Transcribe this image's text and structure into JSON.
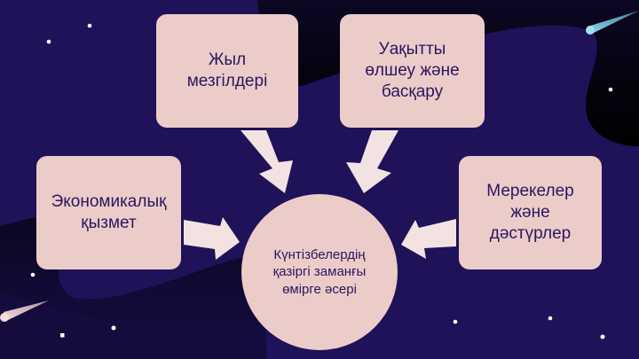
{
  "diagram": {
    "type": "hub-and-spoke",
    "center": {
      "label": "Күнтізбелердің\nқазіргі заманғы\nөмірге әсері"
    },
    "nodes": [
      {
        "id": "economic",
        "label": "Экономикалық\nқызмет",
        "position": "left"
      },
      {
        "id": "seasons",
        "label": "Жыл\nмезгілдері",
        "position": "top-left"
      },
      {
        "id": "time",
        "label": "Уақытты\nөлшеу және\nбасқару",
        "position": "top-right"
      },
      {
        "id": "holidays",
        "label": "Мерекелер\nжәне\nдәстүрлер",
        "position": "right"
      }
    ],
    "edges": [
      {
        "from": "economic",
        "to": "center"
      },
      {
        "from": "seasons",
        "to": "center"
      },
      {
        "from": "time",
        "to": "center"
      },
      {
        "from": "holidays",
        "to": "center"
      }
    ]
  },
  "colors": {
    "background": "#1f1259",
    "background_dark": "#0e0826",
    "node_fill": "#ecccc9",
    "arrow_fill": "#f3e2e2",
    "text": "#2a1660",
    "comet_blue": "#6cc6e4",
    "comet_pink": "#f1cfcf",
    "star": "#ffffff"
  },
  "decorations": {
    "comets": [
      "comet-top-right",
      "comet-bottom-left"
    ],
    "star_count": 11
  }
}
